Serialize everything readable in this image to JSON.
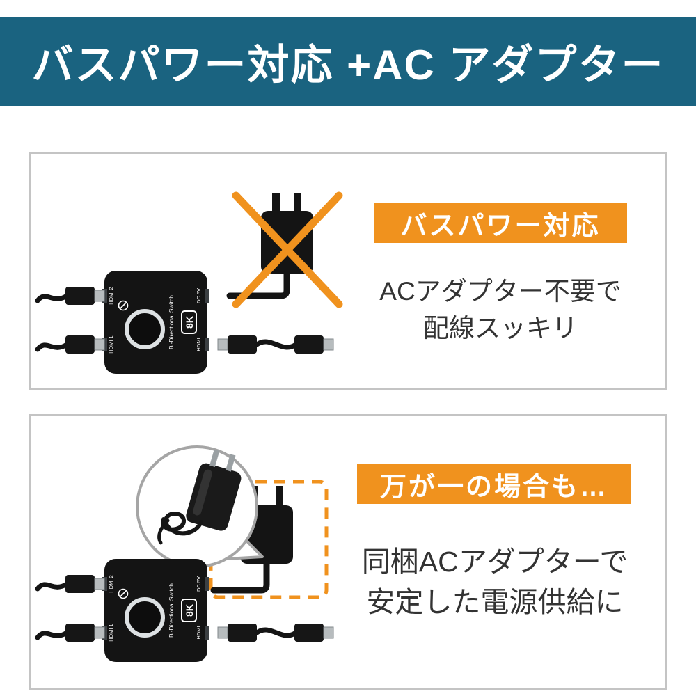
{
  "header": {
    "title": "バスパワー対応 +AC アダプター"
  },
  "colors": {
    "header_bg": "#1A6380",
    "accent_orange": "#F0921E",
    "panel_border": "#C4C4C4",
    "text_dark": "#333333",
    "device_black": "#141414"
  },
  "panel1": {
    "badge": "バスパワー対応",
    "caption_line1": "ACアダプター不要で",
    "caption_line2": "配線スッキリ"
  },
  "panel2": {
    "badge": "万が一の場合も…",
    "caption_line1": "同梱ACアダプターで",
    "caption_line2": "安定した電源供給に"
  },
  "device": {
    "label_bidirectional": "Bi-Directional Switch",
    "label_8k": "8K",
    "port_hdmi1": "HDMI 1",
    "port_hdmi2": "HDMI 2",
    "port_hdmi": "HDMI",
    "port_dc": "DC 5V"
  }
}
